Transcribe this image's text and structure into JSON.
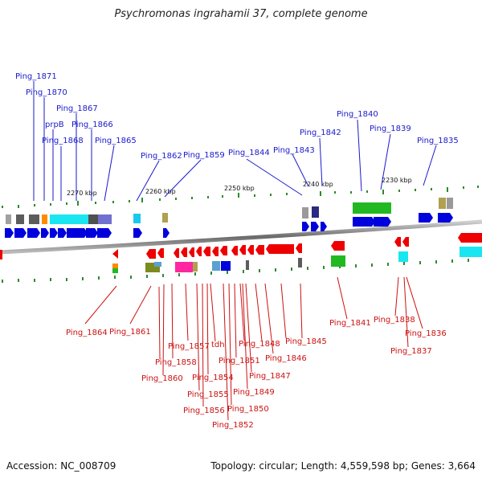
{
  "title": "Psychromonas ingrahamii 37, complete genome",
  "footer": {
    "accession": "Accession: NC_008709",
    "topology": "Topology: circular; Length: 4,559,598 bp; Genes: 3,664"
  },
  "ticks": [
    "2270 kbp",
    "2260 kbp",
    "2250 kbp",
    "2240 kbp",
    "2230 kbp"
  ],
  "top_labels": [
    "Ping_1871",
    "Ping_1870",
    "Ping_1867",
    "prpB",
    "Ping_1866",
    "Ping_1868",
    "Ping_1865",
    "Ping_1862",
    "Ping_1859",
    "Ping_1844",
    "Ping_1843",
    "Ping_1842",
    "Ping_1840",
    "Ping_1839",
    "Ping_1835"
  ],
  "bottom_labels": [
    "Ping_1864",
    "Ping_1861",
    "Ping_1857",
    "tdh",
    "Ping_1858",
    "Ping_1860",
    "Ping_1854",
    "Ping_1855",
    "Ping_1856",
    "Ping_1850",
    "Ping_1852",
    "Ping_1851",
    "Ping_1849",
    "Ping_1848",
    "Ping_1847",
    "Ping_1846",
    "Ping_1845",
    "Ping_1841",
    "Ping_1838",
    "Ping_1836",
    "Ping_1837"
  ],
  "colors": {
    "forward": "#0000dd",
    "reverse": "#ee0000",
    "backbone": "#808080",
    "label_top": "#1a1acc",
    "label_bottom": "#cc1111"
  }
}
